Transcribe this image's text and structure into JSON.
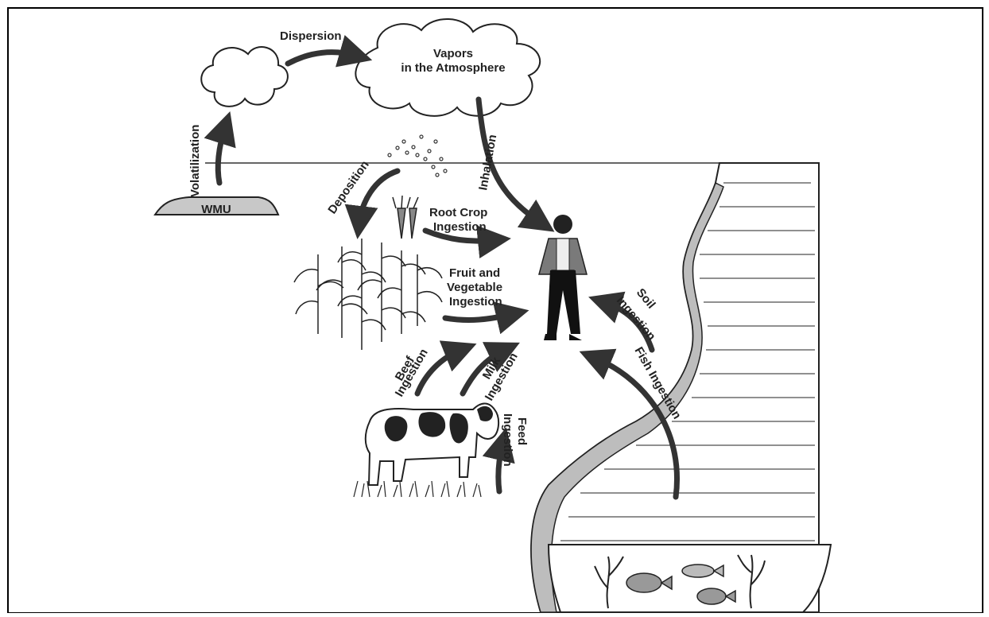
{
  "labels": {
    "dispersion": "Dispersion",
    "vapors_line1": "Vapors",
    "vapors_line2": "in the Atmosphere",
    "volatilization": "Volatilization",
    "wmu": "WMU",
    "inhalation": "Inhalation",
    "deposition": "Deposition",
    "root_crop_line1": "Root Crop",
    "root_crop_line2": "Ingestion",
    "fruit_line1": "Fruit and",
    "fruit_line2": "Vegetable",
    "fruit_line3": "Ingestion",
    "soil_line1": "Soil",
    "soil_line2": "Ingestion",
    "beef_line1": "Beef",
    "beef_line2": "Ingestion",
    "milk_line1": "Milk",
    "milk_line2": "Ingestion",
    "fish": "Fish Ingestion",
    "feed_line1": "Feed",
    "feed_line2": "Ingestion"
  },
  "colors": {
    "arrow": "#333333",
    "wmu_fill": "#c8c8c8",
    "cliff": "#bdbdbd",
    "person_jacket": "#7a7a7a"
  }
}
